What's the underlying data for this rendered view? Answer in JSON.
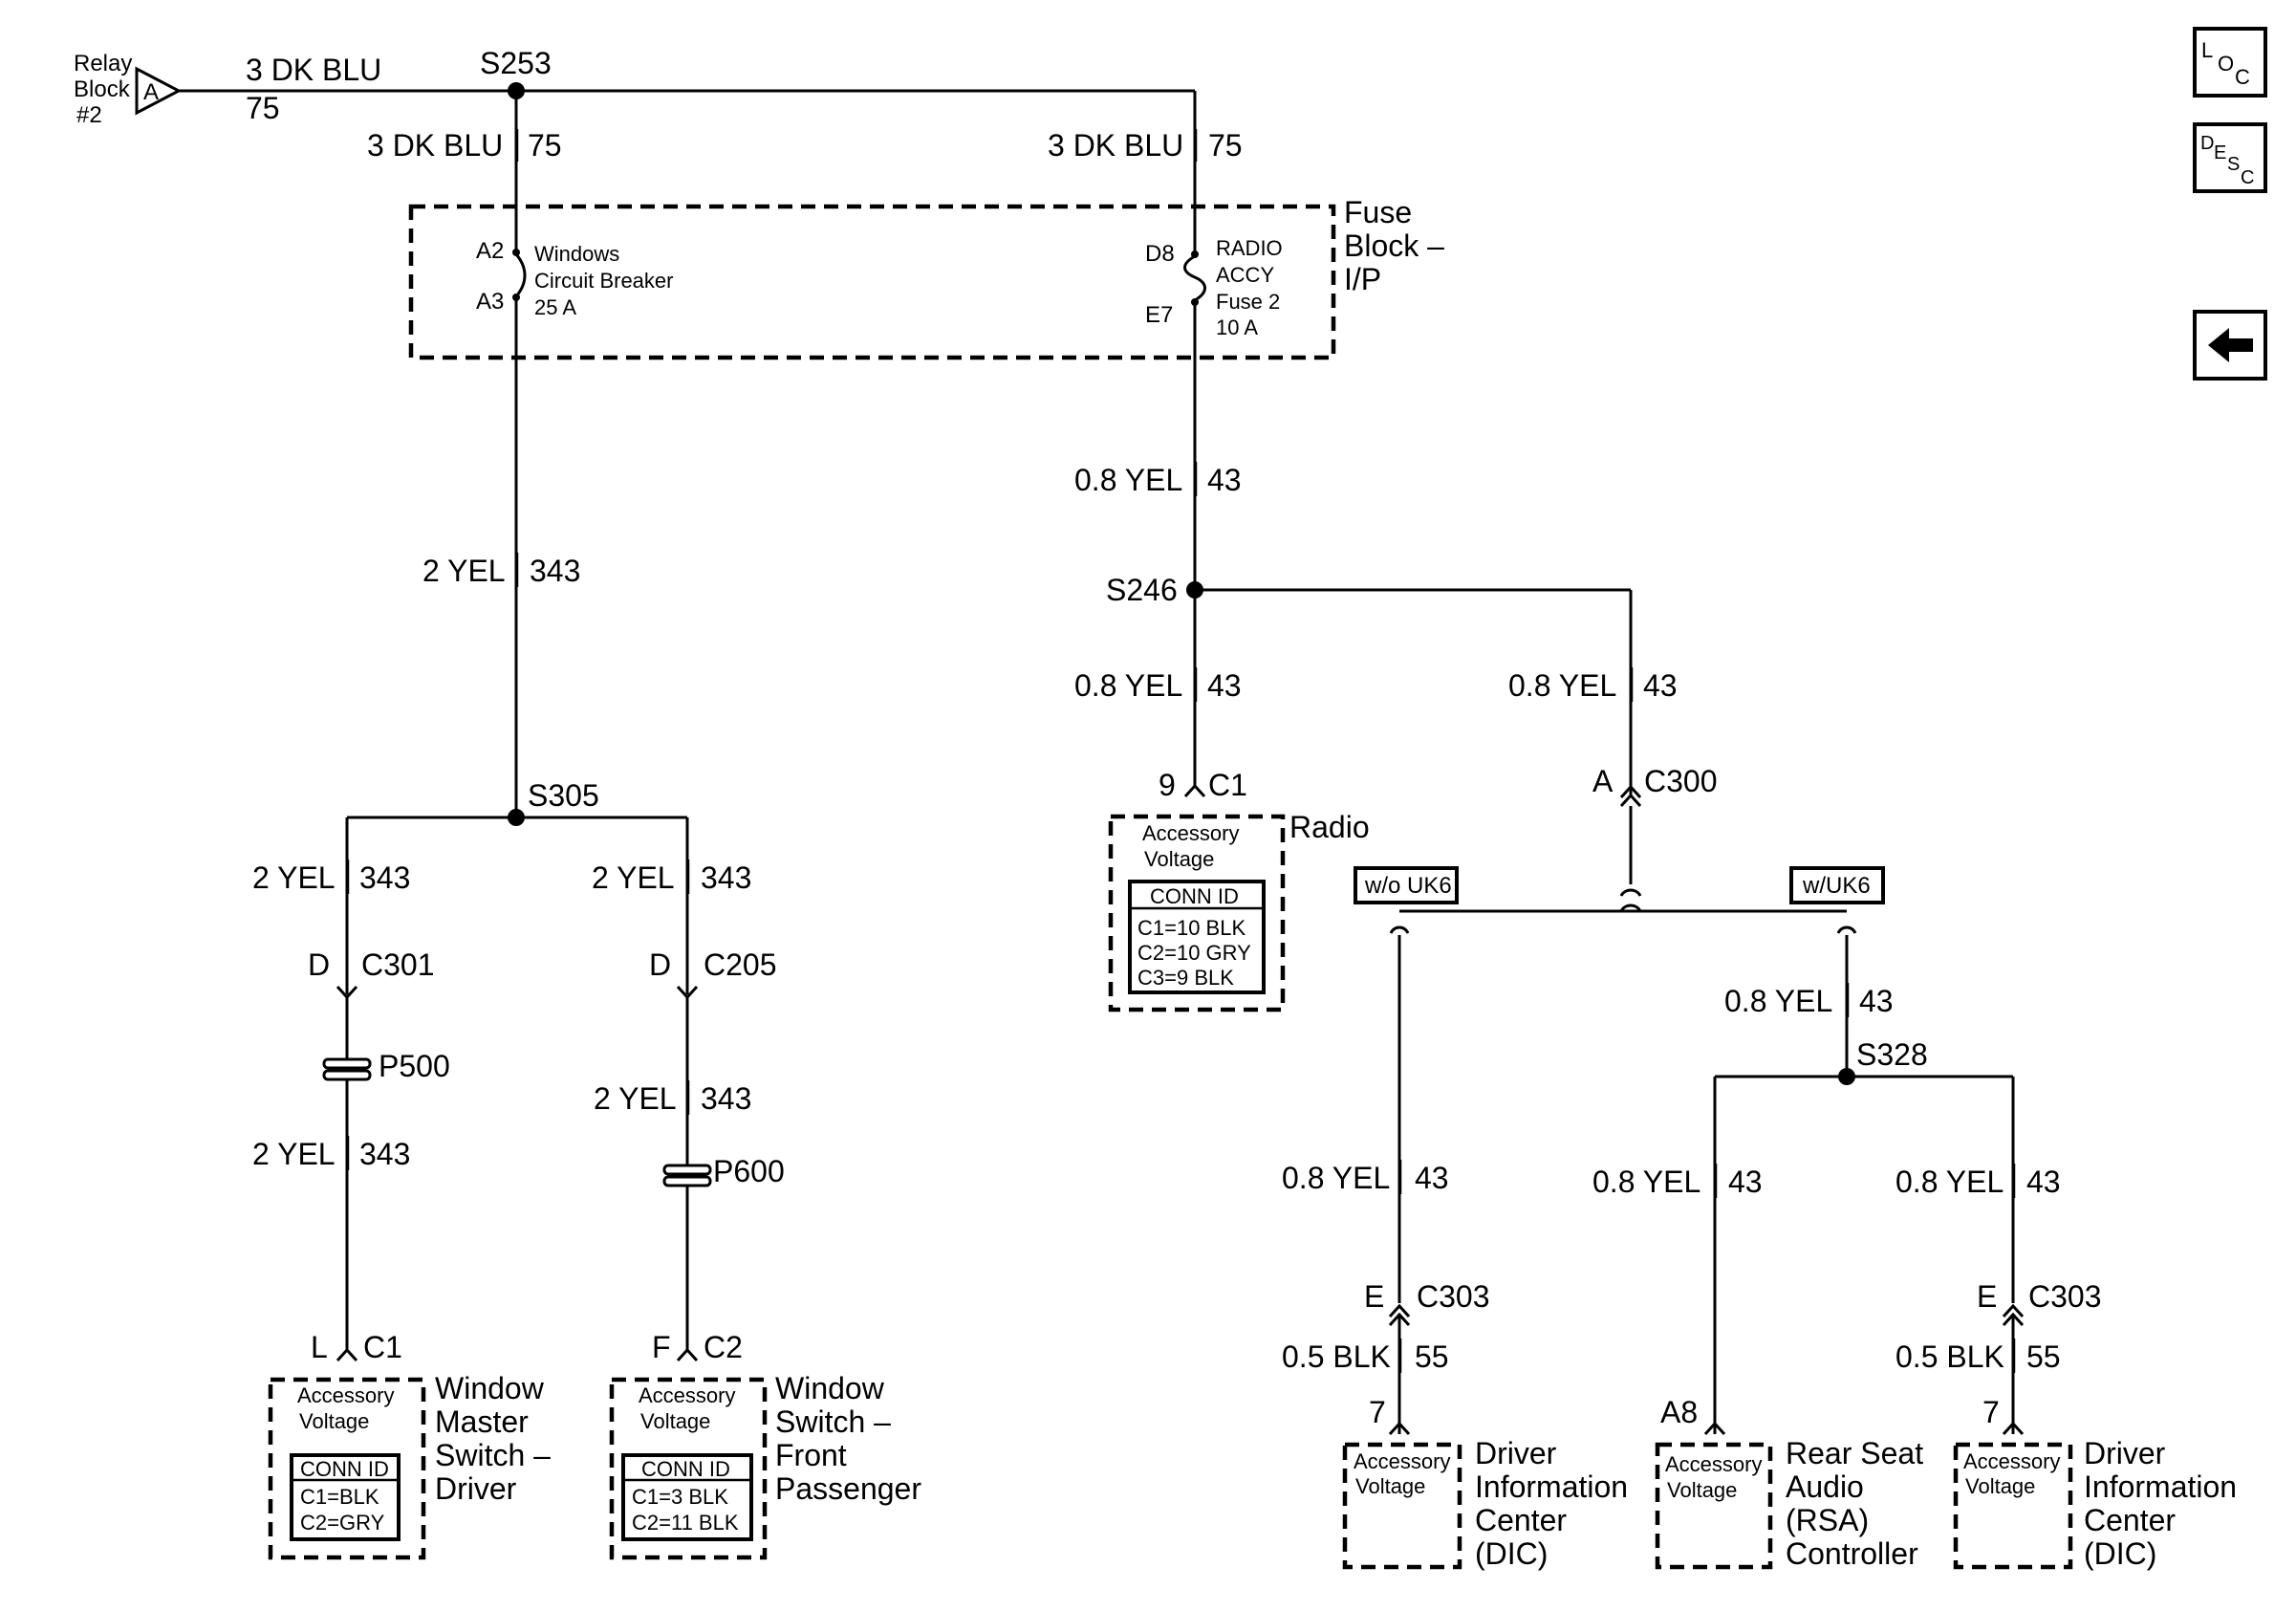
{
  "source": {
    "line1": "Relay",
    "line2": "Block",
    "line3": "#2",
    "pin": "A"
  },
  "wires": {
    "top_left": {
      "gauge": "3 DK BLU",
      "circuit": "75"
    },
    "to_windows_cb": {
      "gauge": "3 DK BLU",
      "circuit": "75"
    },
    "to_radio_fuse": {
      "gauge": "3 DK BLU",
      "circuit": "75"
    },
    "windows_out": {
      "gauge": "2 YEL",
      "circuit": "343"
    },
    "radio_out": {
      "gauge": "0.8 YEL",
      "circuit": "43"
    },
    "to_radio": {
      "gauge": "0.8 YEL",
      "circuit": "43"
    },
    "to_c300": {
      "gauge": "0.8 YEL",
      "circuit": "43"
    },
    "driver_top": {
      "gauge": "2 YEL",
      "circuit": "343"
    },
    "driver_bottom": {
      "gauge": "2 YEL",
      "circuit": "343"
    },
    "pass_top": {
      "gauge": "2 YEL",
      "circuit": "343"
    },
    "pass_bottom": {
      "gauge": "2 YEL",
      "circuit": "343"
    },
    "wuk6_down": {
      "gauge": "0.8 YEL",
      "circuit": "43"
    },
    "dic1_top": {
      "gauge": "0.8 YEL",
      "circuit": "43"
    },
    "dic1_bottom": {
      "gauge": "0.5 BLK",
      "circuit": "55"
    },
    "rsa": {
      "gauge": "0.8 YEL",
      "circuit": "43"
    },
    "dic2_top": {
      "gauge": "0.8 YEL",
      "circuit": "43"
    },
    "dic2_bottom": {
      "gauge": "0.5 BLK",
      "circuit": "55"
    }
  },
  "splices": {
    "s253": "S253",
    "s246": "S246",
    "s305": "S305",
    "s328": "S328"
  },
  "fuse_block": {
    "title_1": "Fuse",
    "title_2": "Block –",
    "title_3": "I/P",
    "cb": {
      "pin_in": "A2",
      "pin_out": "A3",
      "line1": "Windows",
      "line2": "Circuit Breaker",
      "line3": "25 A"
    },
    "fuse": {
      "pin_in": "D8",
      "pin_out": "E7",
      "line1": "RADIO",
      "line2": "ACCY",
      "line3": "Fuse 2",
      "line4": "10 A"
    }
  },
  "connectors": {
    "c301": {
      "pin": "D",
      "name": "C301"
    },
    "c205": {
      "pin": "D",
      "name": "C205"
    },
    "p500": "P500",
    "p600": "P600",
    "driver_c1": {
      "pin": "L",
      "name": "C1"
    },
    "pass_c2": {
      "pin": "F",
      "name": "C2"
    },
    "radio_c1": {
      "pin": "9",
      "name": "C1"
    },
    "c300": {
      "pin": "A",
      "name": "C300"
    },
    "dic1_c303": {
      "pin": "E",
      "name": "C303"
    },
    "dic2_c303": {
      "pin": "E",
      "name": "C303"
    },
    "dic1_pin": "7",
    "rsa_pin": "A8",
    "dic2_pin": "7"
  },
  "options": {
    "wo_uk6": "w/o UK6",
    "w_uk6": "w/UK6"
  },
  "components": {
    "radio": {
      "name": "Radio",
      "acc1": "Accessory",
      "acc2": "Voltage",
      "conn_title": "CONN ID",
      "conn": [
        "C1=10 BLK",
        "C2=10 GRY",
        "C3=9 BLK"
      ]
    },
    "window_master": {
      "name": [
        "Window",
        "Master",
        "Switch –",
        "Driver"
      ],
      "acc1": "Accessory",
      "acc2": "Voltage",
      "conn_title": "CONN ID",
      "conn": [
        "C1=BLK",
        "C2=GRY"
      ]
    },
    "window_pass": {
      "name": [
        "Window",
        "Switch –",
        "Front",
        "Passenger"
      ],
      "acc1": "Accessory",
      "acc2": "Voltage",
      "conn_title": "CONN ID",
      "conn": [
        "C1=3 BLK",
        "C2=11 BLK"
      ]
    },
    "dic1": {
      "name": [
        "Driver",
        "Information",
        "Center",
        "(DIC)"
      ],
      "acc1": "Accessory",
      "acc2": "Voltage"
    },
    "rsa": {
      "name": [
        "Rear Seat",
        "Audio",
        "(RSA)",
        "Controller"
      ],
      "acc1": "Accessory",
      "acc2": "Voltage"
    },
    "dic2": {
      "name": [
        "Driver",
        "Information",
        "Center",
        "(DIC)"
      ],
      "acc1": "Accessory",
      "acc2": "Voltage"
    }
  },
  "nav": {
    "loc": {
      "a": "L",
      "b": "O",
      "c": "C"
    },
    "desc": {
      "a": "D",
      "b": "E",
      "c": "S",
      "d": "C"
    }
  }
}
